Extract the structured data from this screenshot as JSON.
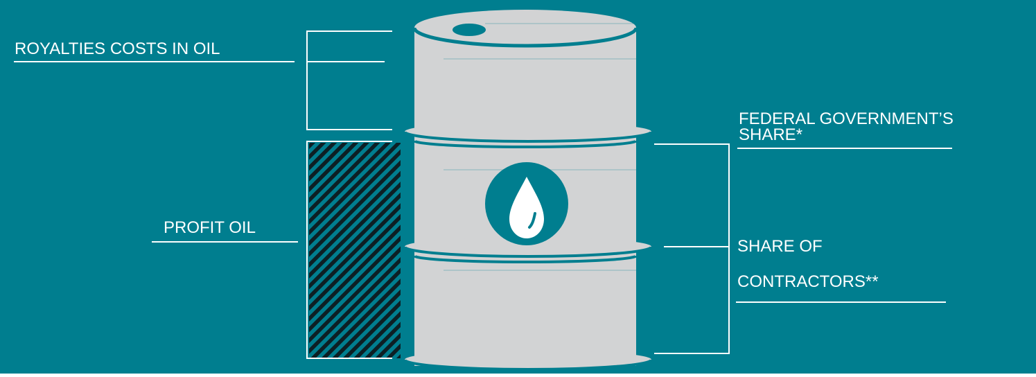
{
  "colors": {
    "background": "#007e8f",
    "barrel": "#d2d3d4",
    "rim_shadow": "#b8babb",
    "lines": "#ffffff",
    "hatch": "#0d1f24",
    "drop_icon_fill": "#007e8f"
  },
  "labels": {
    "royalties_costs": "ROYALTIES  COSTS IN OIL",
    "profit_oil": "PROFIT OIL",
    "federal_line1": "FEDERAL GOVERNMENT’S",
    "federal_line2": "SHARE*",
    "contractors_line1": "SHARE OF",
    "contractors_line2": "CONTRACTORS**"
  },
  "icons": {
    "center": "oil-drop-icon",
    "cap": "bung-cap-icon"
  }
}
